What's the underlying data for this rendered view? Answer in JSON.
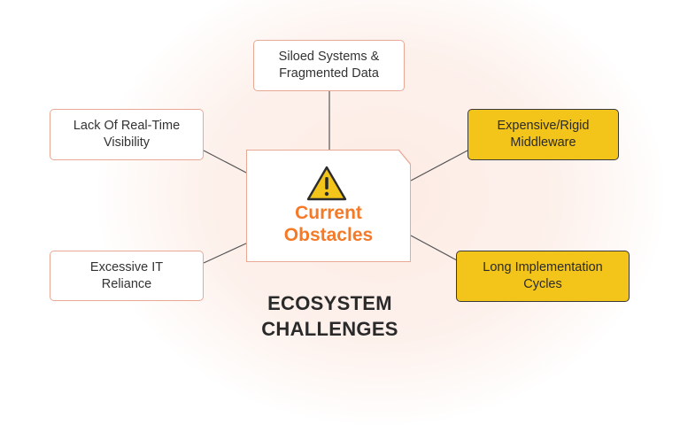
{
  "center": {
    "icon": "warning-triangle-icon",
    "line1": "Current",
    "line2": "Obstacles"
  },
  "heading": {
    "line1": "ECOSYSTEM",
    "line2": "CHALLENGES"
  },
  "nodes": {
    "top": {
      "line1": "Siloed Systems &",
      "line2": "Fragmented Data",
      "highlight": false
    },
    "top_left": {
      "line1": "Lack Of Real-Time",
      "line2": "Visibility",
      "highlight": false
    },
    "bottom_left": {
      "line1": "Excessive IT",
      "line2": "Reliance",
      "highlight": false
    },
    "top_right": {
      "line1": "Expensive/Rigid",
      "line2": "Middleware",
      "highlight": true
    },
    "bottom_right": {
      "line1": "Long Implementation",
      "line2": "Cycles",
      "highlight": true
    }
  },
  "colors": {
    "accent_orange": "#f47a28",
    "highlight_gold": "#f3c419",
    "border_peach": "#e7a993",
    "connector": "#555555"
  }
}
